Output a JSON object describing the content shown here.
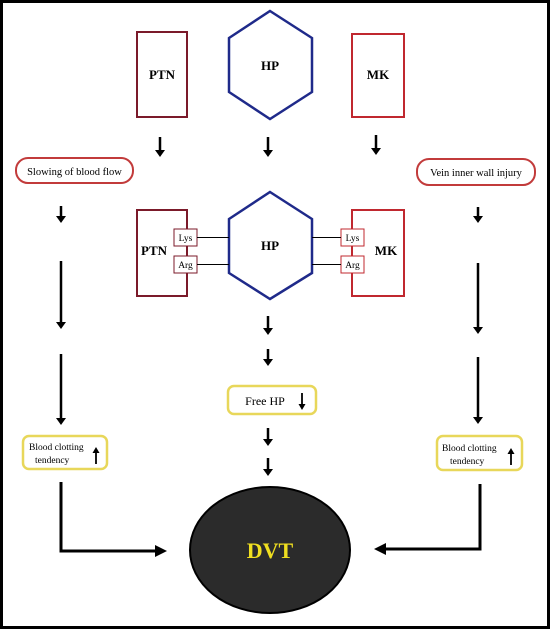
{
  "colors": {
    "frame": "#000000",
    "maroon": "#7b1a2a",
    "red": "#c0282f",
    "navy": "#1f2a8a",
    "pill_red": "#c23b3b",
    "pill_yellow": "#e8d75a",
    "dvt_fill": "#2b2b2b",
    "dvt_text": "#f0df20",
    "arrow": "#000000"
  },
  "top": {
    "ptn": "PTN",
    "hp": "HP",
    "mk": "MK"
  },
  "complex": {
    "ptn": "PTN",
    "hp": "HP",
    "mk": "MK",
    "ptn_lys": "Lys",
    "ptn_arg": "Arg",
    "mk_lys": "Lys",
    "mk_arg": "Arg"
  },
  "left_pill": "Slowing of blood flow",
  "right_pill": "Vein inner wall injury",
  "free_hp": {
    "label": "Free HP",
    "trend_icon": "down-arrow-icon"
  },
  "left_clot": {
    "line1": "Blood clotting",
    "line2": "tendency",
    "trend_icon": "up-arrow-icon"
  },
  "right_clot": {
    "line1": "Blood clotting",
    "line2": "tendency",
    "trend_icon": "up-arrow-icon"
  },
  "outcome": "DVT"
}
